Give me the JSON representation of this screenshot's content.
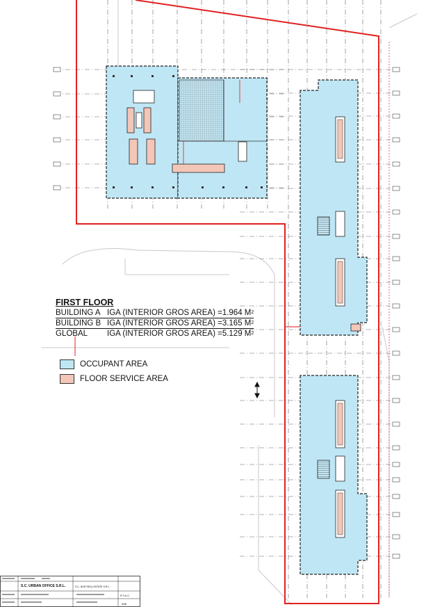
{
  "drawing": {
    "title": "FIRST FLOOR",
    "rows": [
      {
        "label": "BUILDING A",
        "text": "IGA (INTERIOR GROS AREA) =1.964 M",
        "sup": "2"
      },
      {
        "label": "BUILDING B",
        "text": "IGA (INTERIOR GROS AREA) =3.165 M",
        "sup": "2"
      },
      {
        "label": "GLOBAL",
        "text": "IGA (INTERIOR GROS AREA) =5.129 M",
        "sup": "2"
      }
    ],
    "legend": [
      {
        "label": "OCCUPANT AREA",
        "color": "#bfe6f4"
      },
      {
        "label": "FLOOR SERVICE AREA",
        "color": "#f3c6b8"
      }
    ]
  },
  "title_block": {
    "company": "S.C. URBAN OFFICE S.R.L.",
    "client": "S.C. NOR REAL ESTATE S.R.L.",
    "phase": "P.T.A.C.",
    "sheet": "A06"
  },
  "colors": {
    "occupant": "#bfe6f4",
    "service": "#f3c6b8",
    "boundary": "#e02020",
    "grid": "#555555"
  }
}
